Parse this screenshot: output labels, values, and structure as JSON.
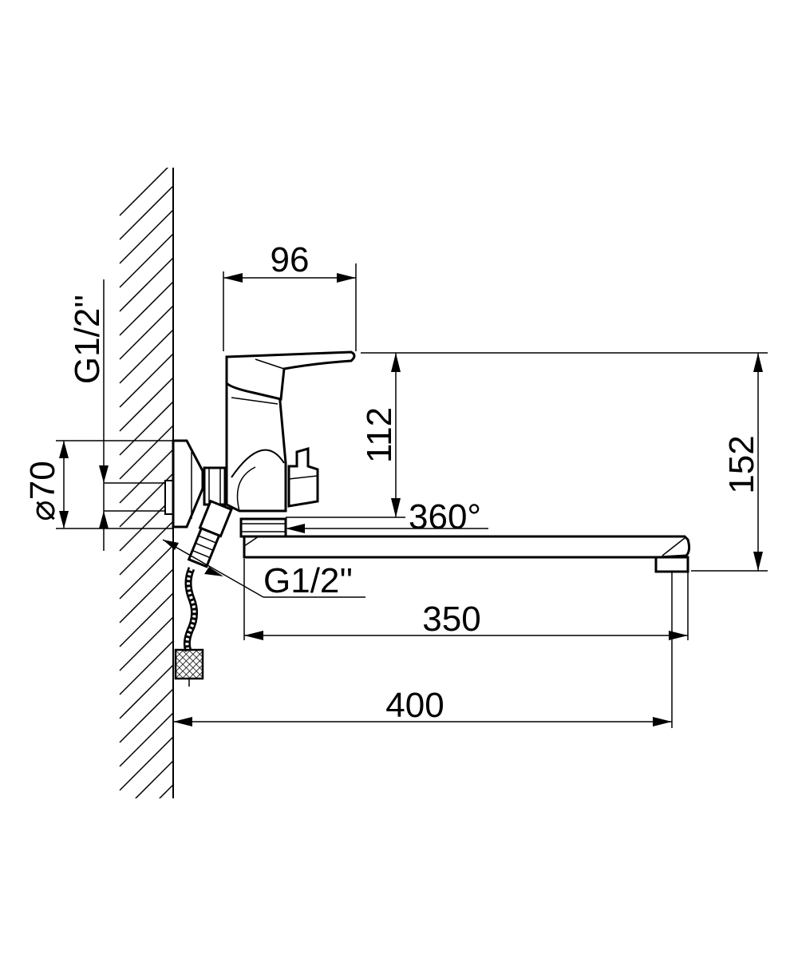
{
  "labels": {
    "top_width": "96",
    "pipe_thread": "G1/2''",
    "diameter": "⌀70",
    "body_height": "112",
    "total_height": "152",
    "rotation": "360°",
    "outlet_thread": "G1/2''",
    "spout_length": "350",
    "total_length": "400"
  },
  "colors": {
    "line": "#000000",
    "background": "#ffffff"
  }
}
